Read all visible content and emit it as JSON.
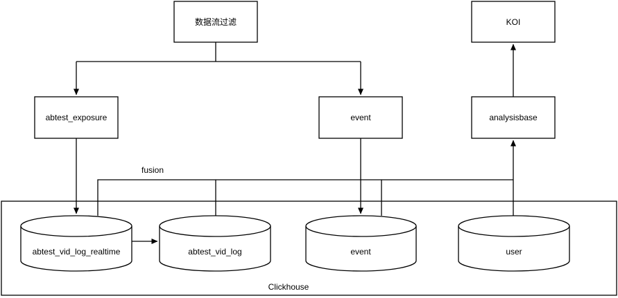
{
  "diagram": {
    "colors": {
      "background": "#ffffff",
      "stroke": "#000000",
      "node_fill": "#ffffff"
    },
    "nodes": {
      "data_filter": {
        "label": "数据流过滤"
      },
      "koi": {
        "label": "KOI"
      },
      "abtest_exposure": {
        "label": "abtest_exposure"
      },
      "event": {
        "label": "event"
      },
      "analysisbase": {
        "label": "analysisbase"
      }
    },
    "container": {
      "label": "Clickhouse"
    },
    "databases": {
      "abtest_vid_log_realtime": {
        "label": "abtest_vid_log_realtime"
      },
      "abtest_vid_log": {
        "label": "abtest_vid_log"
      },
      "event": {
        "label": "event"
      },
      "user": {
        "label": "user"
      }
    },
    "edge_labels": {
      "fusion": "fusion"
    },
    "edges": [
      {
        "from": "data_filter",
        "to": "abtest_exposure"
      },
      {
        "from": "data_filter",
        "to": "event"
      },
      {
        "from": "abtest_exposure",
        "to": "db.abtest_vid_log_realtime"
      },
      {
        "from": "event",
        "to": "db.event"
      },
      {
        "from": "db.abtest_vid_log_realtime",
        "to": "db.abtest_vid_log"
      },
      {
        "from": "db.abtest_vid_log_realtime",
        "to": "analysisbase",
        "label": "fusion"
      },
      {
        "from": "db.abtest_vid_log",
        "to": "analysisbase",
        "label": "fusion"
      },
      {
        "from": "db.event",
        "to": "analysisbase",
        "label": "fusion"
      },
      {
        "from": "db.user",
        "to": "analysisbase"
      },
      {
        "from": "analysisbase",
        "to": "koi"
      }
    ]
  }
}
